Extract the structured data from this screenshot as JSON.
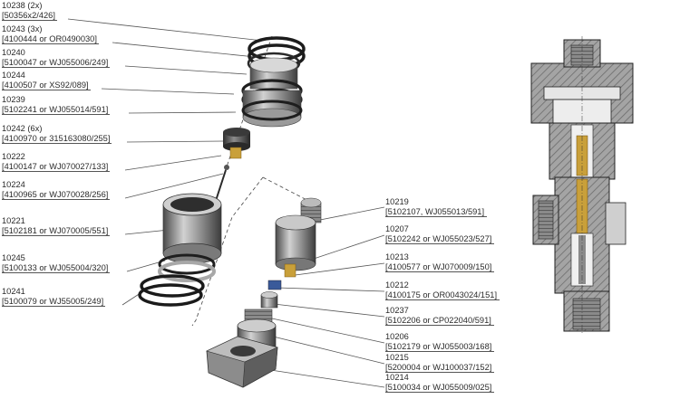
{
  "diagram": {
    "left_callouts": [
      {
        "id": "c-10238",
        "part": "10238 (2x)",
        "alt": "[50356x2/426]"
      },
      {
        "id": "c-10243",
        "part": "10243 (3x)",
        "alt": "[4100444 or OR0490030]"
      },
      {
        "id": "c-10240",
        "part": "10240",
        "alt": "[5100047 or WJ055006/249]"
      },
      {
        "id": "c-10244",
        "part": "10244",
        "alt": "[4100507 or XS92/089]"
      },
      {
        "id": "c-10239",
        "part": "10239",
        "alt": "[5102241 or WJ055014/591]"
      },
      {
        "id": "c-10242",
        "part": "10242 (6x)",
        "alt": "[4100970 or 315163080/255]"
      },
      {
        "id": "c-10222",
        "part": "10222",
        "alt": "[4100147 or WJ070027/133]"
      },
      {
        "id": "c-10224",
        "part": "10224",
        "alt": "[4100965 or WJ070028/256]"
      },
      {
        "id": "c-10221",
        "part": "10221",
        "alt": "[5102181 or WJ070005/551]"
      },
      {
        "id": "c-10245",
        "part": "10245",
        "alt": "[5100133 or WJ055004/320]"
      },
      {
        "id": "c-10241",
        "part": "10241",
        "alt": "[5100079 or WJ55005/249]"
      }
    ],
    "right_callouts": [
      {
        "id": "c-10219",
        "part": "10219",
        "alt": "[5102107, WJ055013/591]"
      },
      {
        "id": "c-10207",
        "part": "10207",
        "alt": "[5102242 or WJ055023/527]"
      },
      {
        "id": "c-10213",
        "part": "10213",
        "alt": "[4100577 or WJ070009/150]"
      },
      {
        "id": "c-10212",
        "part": "10212",
        "alt": "[4100175 or OR0043024/151]"
      },
      {
        "id": "c-10237",
        "part": "10237",
        "alt": "[5102206 or CP022040/591]"
      },
      {
        "id": "c-10206",
        "part": "10206",
        "alt": "[5102179 or WJ055003/168]"
      },
      {
        "id": "c-10215",
        "part": "10215",
        "alt": "[5200004 or WJ100037/152]"
      },
      {
        "id": "c-10214",
        "part": "10214",
        "alt": "[5100034 or WJ055009/025]"
      }
    ],
    "colors": {
      "line": "#555555",
      "steel_dark": "#5a5a5a",
      "steel_mid": "#8a8a8a",
      "steel_light": "#c8c8c8",
      "section_fill": "#9a9a9a",
      "section_hatch": "#6f6f6f",
      "brass": "#c9a03a"
    }
  }
}
